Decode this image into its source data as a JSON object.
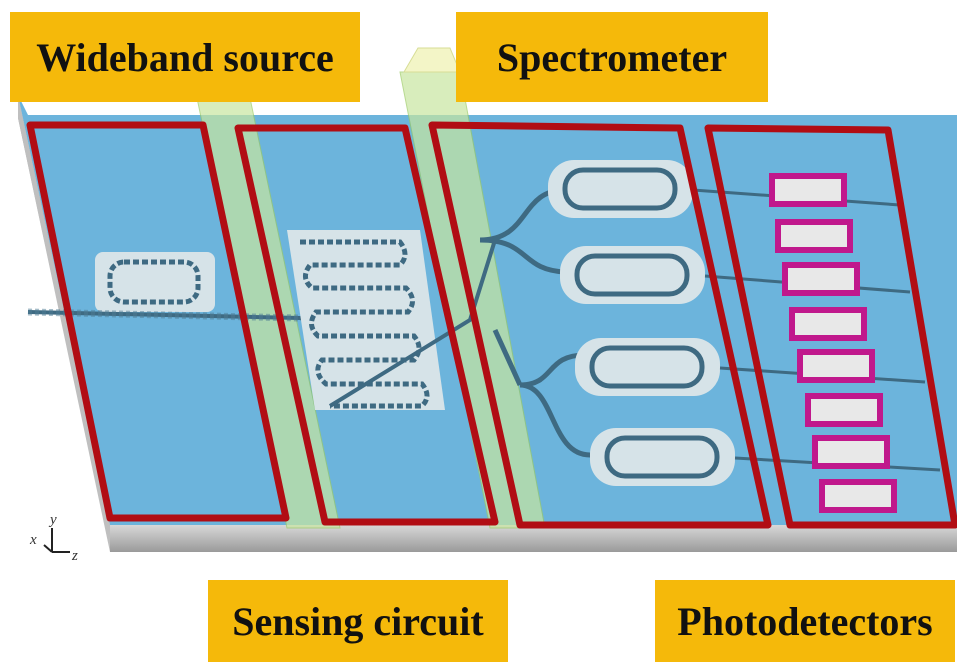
{
  "labels": {
    "wideband_source": "Wideband source",
    "spectrometer": "Spectrometer",
    "sensing_circuit": "Sensing circuit",
    "photodetectors": "Photodetectors"
  },
  "axes": {
    "x": "x",
    "y": "y",
    "z": "z"
  },
  "colors": {
    "label_bg": "#f5b90a",
    "chip_surface": "#6cb4dc",
    "region_outline": "#b10d14",
    "waveguide": "#3e6a82",
    "detector": "#c0188c",
    "channel": "#c8e6a0"
  }
}
